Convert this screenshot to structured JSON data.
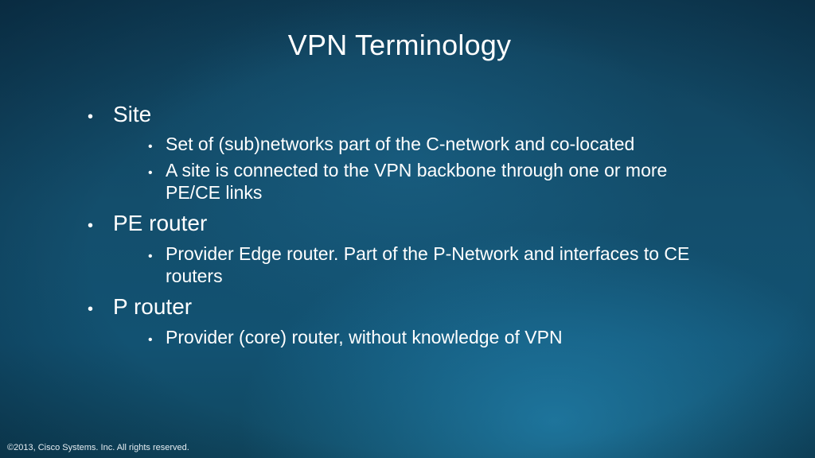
{
  "slide": {
    "title": "VPN Terminology",
    "footer": "©2013, Cisco Systems. Inc. All rights reserved.",
    "bullets": [
      {
        "label": "Site",
        "children": [
          "Set of (sub)networks part of the C-network and co-located",
          "A site is connected to the VPN backbone through one or more PE/CE links"
        ]
      },
      {
        "label": "PE router",
        "children": [
          "Provider Edge router. Part of the P-Network and interfaces to CE routers"
        ]
      },
      {
        "label": "P router",
        "children": [
          "Provider (core) router, without knowledge of VPN"
        ]
      }
    ]
  },
  "colors": {
    "background": "#134e6c",
    "text": "#ffffff"
  }
}
